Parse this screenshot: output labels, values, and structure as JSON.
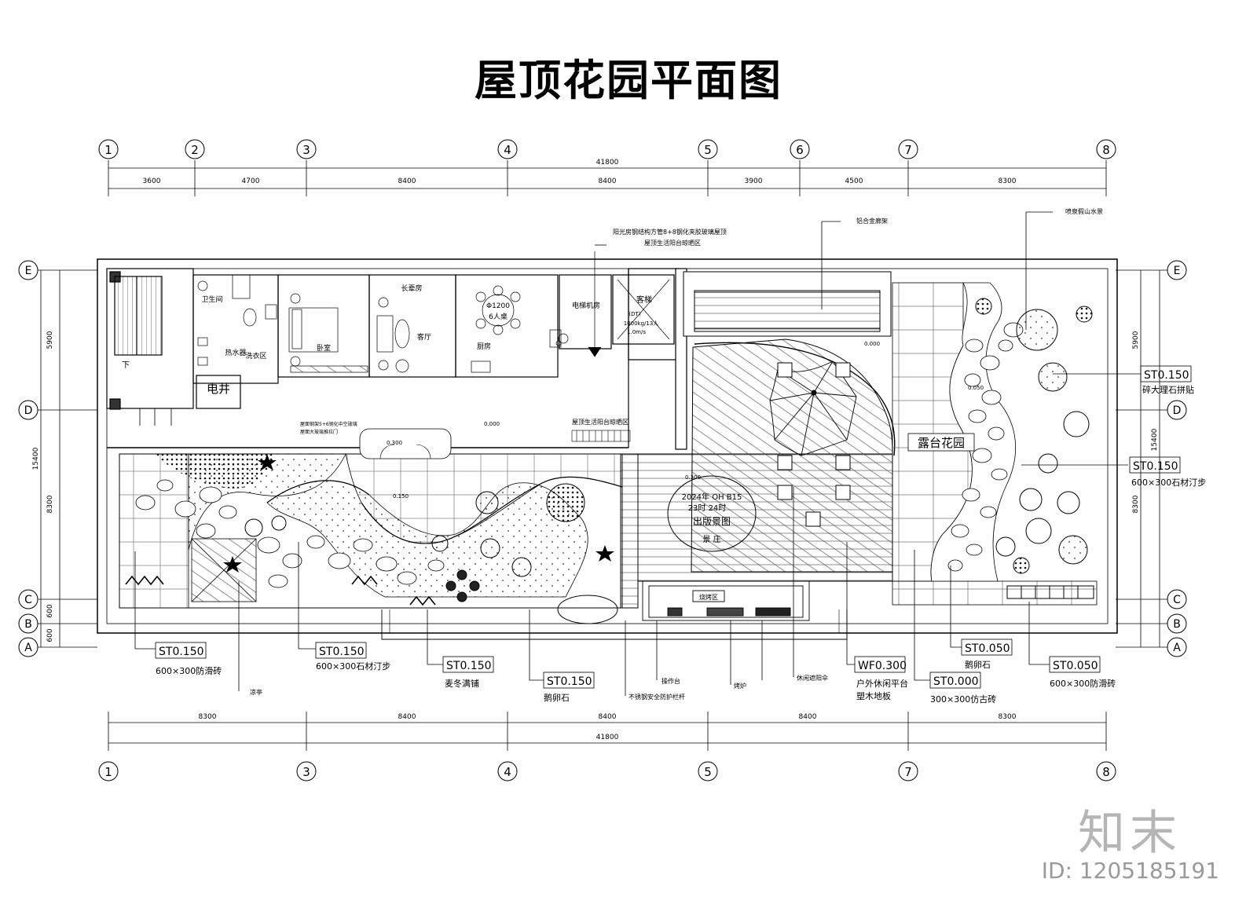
{
  "title": "屋顶花园平面图",
  "grid": {
    "top_bubbles": [
      "1",
      "2",
      "3",
      "4",
      "5",
      "6",
      "7",
      "8"
    ],
    "top_total": "41800",
    "top_dims": [
      "3600",
      "4700",
      "8400",
      "8400",
      "3900",
      "4500",
      "8300"
    ],
    "bottom_bubbles": [
      "1",
      "3",
      "4",
      "5",
      "7",
      "8"
    ],
    "bottom_total": "41800",
    "bottom_dims": [
      "8300",
      "8400",
      "8400",
      "8400",
      "8300"
    ],
    "side_bubbles": [
      "E",
      "D",
      "C",
      "B",
      "A"
    ],
    "side_total": "15400",
    "side_dims": [
      "5900",
      "8300",
      "600",
      "600"
    ]
  },
  "rooms": {
    "bathroom": "卫生间",
    "bedroom": "卧室",
    "elder_room": "长辈房",
    "living": "客厅",
    "kitchen": "厨房",
    "dining_size": "Φ1200",
    "dining_seats": "6人桌",
    "laundry": "洗衣区",
    "water_heater": "热水器",
    "electric_shaft": "电井",
    "equipment": "电梯机房",
    "stair_down": "下",
    "elevator": "客梯",
    "elevator_spec1": "(DT)",
    "elevator_spec2": "1000kg/13人",
    "elevator_spec3": "1.0m/s",
    "drying_area": "屋顶生活阳台晾晒区",
    "bbq": "烧烤区",
    "terrace_garden": "露台花园",
    "sundial_1": "2024年 OH B15",
    "sundial_2": "23时 24时",
    "sundial_3": "出版景图",
    "sundial_4": "景 庄"
  },
  "levels": [
    "0.300",
    "0.000",
    "0.150",
    "0.050",
    "0.000",
    "0.300"
  ],
  "callouts_top": {
    "sunroom_1": "阳光房钢结构方管8+8钢化夹胶玻璃屋顶",
    "sunroom_2": "屋顶生活阳台晾晒区",
    "pergola": "铝合金廊架",
    "fountain": "喷泉假山水景"
  },
  "callouts_mid": {
    "sunroom_note_1": "屋面钢架5+6钢化中空玻璃",
    "sunroom_note_2": "屋面大玻璃推拉门"
  },
  "tags_right": [
    {
      "code": "ST0.150",
      "text": "碎大理石拼贴"
    },
    {
      "code": "ST0.150",
      "text": "600×300石材汀步"
    }
  ],
  "tags_bottom": [
    {
      "code": "ST0.150",
      "text": "600×300防滑砖"
    },
    {
      "code": "ST0.150",
      "text": "600×300石材汀步"
    },
    {
      "code": "ST0.150",
      "text": "麦冬满铺"
    },
    {
      "code": "ST0.150",
      "text": "鹅卵石"
    },
    {
      "code": "WF0.300",
      "text": "户外休闲平台",
      "text2": "塑木地板"
    },
    {
      "code": "ST0.000",
      "text": "300×300仿古砖"
    },
    {
      "code": "ST0.050",
      "text": "鹅卵石"
    },
    {
      "code": "ST0.050",
      "text": "600×300防滑砖"
    }
  ],
  "labels_bottom": {
    "pavilion": "凉亭",
    "work_table": "操作台",
    "railing": "不锈钢安全防护栏杆",
    "grill": "烤炉",
    "parasol": "休闲遮阳伞"
  },
  "watermark": {
    "brand": "知末",
    "id": "ID: 1205185191"
  }
}
